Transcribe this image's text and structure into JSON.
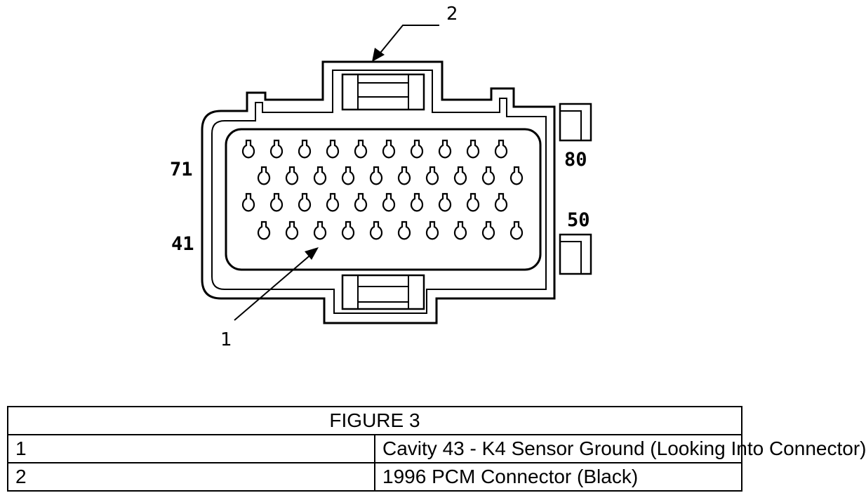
{
  "diagram": {
    "callouts": [
      {
        "number": "2"
      },
      {
        "number": "1"
      }
    ],
    "pin_labels": {
      "left_top": "71",
      "left_bottom": "41",
      "right_top": "80",
      "right_bottom": "50"
    },
    "cavity_rows": [
      10,
      10,
      10,
      10
    ]
  },
  "legend": {
    "title": "FIGURE 3",
    "rows": [
      {
        "num": "1",
        "text": "Cavity 43 - K4 Sensor Ground (Looking Into Connector)"
      },
      {
        "num": "2",
        "text": "1996 PCM Connector (Black)"
      }
    ]
  }
}
